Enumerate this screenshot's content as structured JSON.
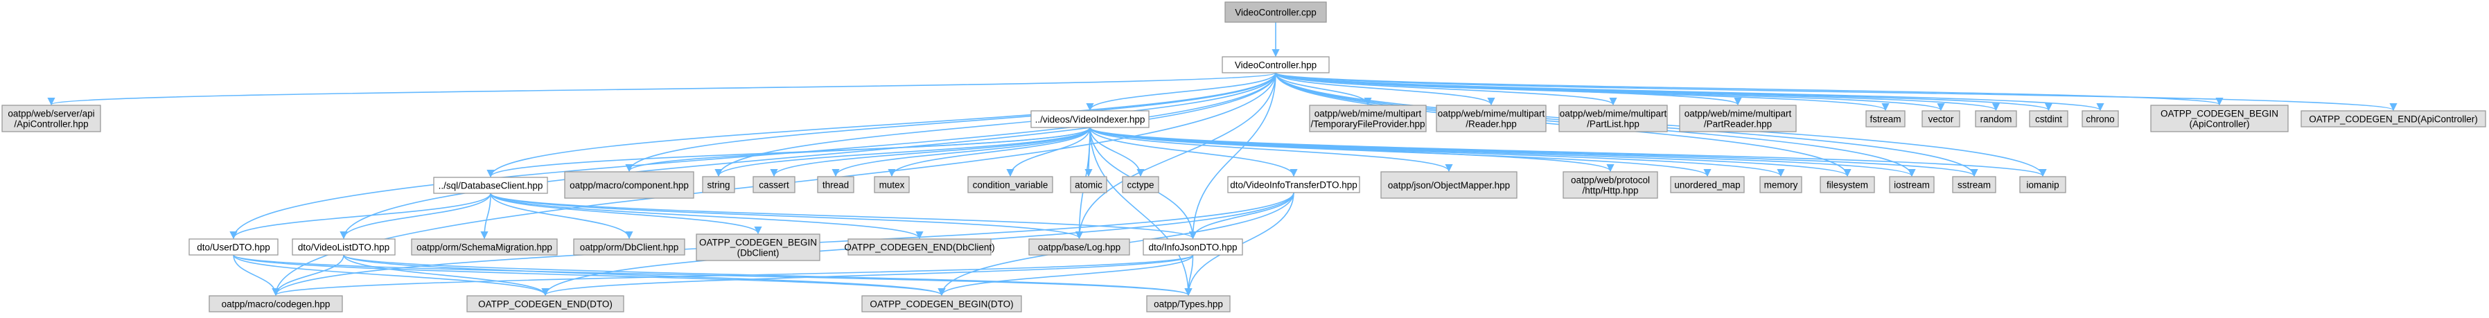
{
  "colors": {
    "root_fill": "#bfbfbf",
    "root_stroke": "#666666",
    "linked_fill": "#ffffff",
    "external_fill": "#e0e0e0",
    "node_stroke": "#999999",
    "edge": "#63b8ff",
    "background": "#ffffff"
  },
  "nodes": [
    {
      "id": "root",
      "lines": [
        "VideoController.cpp"
      ],
      "kind": "root"
    },
    {
      "id": "vch",
      "lines": [
        "VideoController.hpp"
      ],
      "kind": "linked"
    },
    {
      "id": "apicontroller",
      "lines": [
        "oatpp/web/server/api",
        "/ApiController.hpp"
      ],
      "kind": "external"
    },
    {
      "id": "vidx",
      "lines": [
        "../videos/VideoIndexer.hpp"
      ],
      "kind": "linked"
    },
    {
      "id": "tfp",
      "lines": [
        "oatpp/web/mime/multipart",
        "/TemporaryFileProvider.hpp"
      ],
      "kind": "external"
    },
    {
      "id": "reader",
      "lines": [
        "oatpp/web/mime/multipart",
        "/Reader.hpp"
      ],
      "kind": "external"
    },
    {
      "id": "partlist",
      "lines": [
        "oatpp/web/mime/multipart",
        "/PartList.hpp"
      ],
      "kind": "external"
    },
    {
      "id": "partreader",
      "lines": [
        "oatpp/web/mime/multipart",
        "/PartReader.hpp"
      ],
      "kind": "external"
    },
    {
      "id": "fstream",
      "lines": [
        "fstream"
      ],
      "kind": "external"
    },
    {
      "id": "vector",
      "lines": [
        "vector"
      ],
      "kind": "external"
    },
    {
      "id": "random",
      "lines": [
        "random"
      ],
      "kind": "external"
    },
    {
      "id": "cstdint",
      "lines": [
        "cstdint"
      ],
      "kind": "external"
    },
    {
      "id": "chrono",
      "lines": [
        "chrono"
      ],
      "kind": "external"
    },
    {
      "id": "cgbegin_api",
      "lines": [
        "OATPP_CODEGEN_BEGIN",
        "(ApiController)"
      ],
      "kind": "external"
    },
    {
      "id": "cgend_api",
      "lines": [
        "OATPP_CODEGEN_END(ApiController)"
      ],
      "kind": "external"
    },
    {
      "id": "dbclient",
      "lines": [
        "../sql/DatabaseClient.hpp"
      ],
      "kind": "linked"
    },
    {
      "id": "component",
      "lines": [
        "oatpp/macro/component.hpp"
      ],
      "kind": "external"
    },
    {
      "id": "string",
      "lines": [
        "string"
      ],
      "kind": "external"
    },
    {
      "id": "cassert",
      "lines": [
        "cassert"
      ],
      "kind": "external"
    },
    {
      "id": "thread",
      "lines": [
        "thread"
      ],
      "kind": "external"
    },
    {
      "id": "mutex",
      "lines": [
        "mutex"
      ],
      "kind": "external"
    },
    {
      "id": "condvar",
      "lines": [
        "condition_variable"
      ],
      "kind": "external"
    },
    {
      "id": "atomic",
      "lines": [
        "atomic"
      ],
      "kind": "external"
    },
    {
      "id": "cctype",
      "lines": [
        "cctype"
      ],
      "kind": "external"
    },
    {
      "id": "vidto",
      "lines": [
        "dto/VideoInfoTransferDTO.hpp"
      ],
      "kind": "linked"
    },
    {
      "id": "objmapper",
      "lines": [
        "oatpp/json/ObjectMapper.hpp"
      ],
      "kind": "external"
    },
    {
      "id": "http",
      "lines": [
        "oatpp/web/protocol",
        "/http/Http.hpp"
      ],
      "kind": "external"
    },
    {
      "id": "umap",
      "lines": [
        "unordered_map"
      ],
      "kind": "external"
    },
    {
      "id": "memory",
      "lines": [
        "memory"
      ],
      "kind": "external"
    },
    {
      "id": "filesystem",
      "lines": [
        "filesystem"
      ],
      "kind": "external"
    },
    {
      "id": "iostream",
      "lines": [
        "iostream"
      ],
      "kind": "external"
    },
    {
      "id": "sstream",
      "lines": [
        "sstream"
      ],
      "kind": "external"
    },
    {
      "id": "iomanip",
      "lines": [
        "iomanip"
      ],
      "kind": "external"
    },
    {
      "id": "userdto",
      "lines": [
        "dto/UserDTO.hpp"
      ],
      "kind": "linked"
    },
    {
      "id": "vldto",
      "lines": [
        "dto/VideoListDTO.hpp"
      ],
      "kind": "linked"
    },
    {
      "id": "schemamig",
      "lines": [
        "oatpp/orm/SchemaMigration.hpp"
      ],
      "kind": "external"
    },
    {
      "id": "ormdb",
      "lines": [
        "oatpp/orm/DbClient.hpp"
      ],
      "kind": "external"
    },
    {
      "id": "cgbegin_db",
      "lines": [
        "OATPP_CODEGEN_BEGIN",
        "(DbClient)"
      ],
      "kind": "external"
    },
    {
      "id": "cgend_db",
      "lines": [
        "OATPP_CODEGEN_END(DbClient)"
      ],
      "kind": "external"
    },
    {
      "id": "baselog",
      "lines": [
        "oatpp/base/Log.hpp"
      ],
      "kind": "external"
    },
    {
      "id": "infojson",
      "lines": [
        "dto/InfoJsonDTO.hpp"
      ],
      "kind": "linked"
    },
    {
      "id": "codegen",
      "lines": [
        "oatpp/macro/codegen.hpp"
      ],
      "kind": "external"
    },
    {
      "id": "cgend_dto",
      "lines": [
        "OATPP_CODEGEN_END(DTO)"
      ],
      "kind": "external"
    },
    {
      "id": "cgbegin_dto",
      "lines": [
        "OATPP_CODEGEN_BEGIN(DTO)"
      ],
      "kind": "external"
    },
    {
      "id": "types",
      "lines": [
        "oatpp/Types.hpp"
      ],
      "kind": "external"
    }
  ],
  "edges": [
    [
      "root",
      "vch"
    ],
    [
      "vch",
      "apicontroller"
    ],
    [
      "vch",
      "vidx"
    ],
    [
      "vch",
      "tfp"
    ],
    [
      "vch",
      "reader"
    ],
    [
      "vch",
      "partlist"
    ],
    [
      "vch",
      "partreader"
    ],
    [
      "vch",
      "fstream"
    ],
    [
      "vch",
      "vector"
    ],
    [
      "vch",
      "random"
    ],
    [
      "vch",
      "cstdint"
    ],
    [
      "vch",
      "chrono"
    ],
    [
      "vch",
      "cgbegin_api"
    ],
    [
      "vch",
      "cgend_api"
    ],
    [
      "vch",
      "dbclient"
    ],
    [
      "vch",
      "userdto"
    ],
    [
      "vch",
      "vldto"
    ],
    [
      "vch",
      "infojson"
    ],
    [
      "vch",
      "codegen"
    ],
    [
      "vch",
      "component"
    ],
    [
      "vch",
      "string"
    ],
    [
      "vch",
      "iostream"
    ],
    [
      "vch",
      "sstream"
    ],
    [
      "vch",
      "iomanip"
    ],
    [
      "vch",
      "filesystem"
    ],
    [
      "vch",
      "baselog"
    ],
    [
      "vidx",
      "dbclient"
    ],
    [
      "vidx",
      "component"
    ],
    [
      "vidx",
      "string"
    ],
    [
      "vidx",
      "cassert"
    ],
    [
      "vidx",
      "thread"
    ],
    [
      "vidx",
      "mutex"
    ],
    [
      "vidx",
      "condvar"
    ],
    [
      "vidx",
      "atomic"
    ],
    [
      "vidx",
      "cctype"
    ],
    [
      "vidx",
      "vidto"
    ],
    [
      "vidx",
      "objmapper"
    ],
    [
      "vidx",
      "http"
    ],
    [
      "vidx",
      "umap"
    ],
    [
      "vidx",
      "memory"
    ],
    [
      "vidx",
      "filesystem"
    ],
    [
      "vidx",
      "iostream"
    ],
    [
      "vidx",
      "sstream"
    ],
    [
      "vidx",
      "iomanip"
    ],
    [
      "vidx",
      "infojson"
    ],
    [
      "vidx",
      "baselog"
    ],
    [
      "vidx",
      "types"
    ],
    [
      "dbclient",
      "userdto"
    ],
    [
      "dbclient",
      "vldto"
    ],
    [
      "dbclient",
      "schemamig"
    ],
    [
      "dbclient",
      "ormdb"
    ],
    [
      "dbclient",
      "cgbegin_db"
    ],
    [
      "dbclient",
      "cgend_db"
    ],
    [
      "dbclient",
      "baselog"
    ],
    [
      "dbclient",
      "infojson"
    ],
    [
      "vidto",
      "infojson"
    ],
    [
      "vidto",
      "codegen"
    ],
    [
      "vidto",
      "cgend_dto"
    ],
    [
      "vidto",
      "cgbegin_dto"
    ],
    [
      "vidto",
      "types"
    ],
    [
      "userdto",
      "codegen"
    ],
    [
      "userdto",
      "cgend_dto"
    ],
    [
      "userdto",
      "cgbegin_dto"
    ],
    [
      "userdto",
      "types"
    ],
    [
      "vldto",
      "codegen"
    ],
    [
      "vldto",
      "cgend_dto"
    ],
    [
      "vldto",
      "cgbegin_dto"
    ],
    [
      "vldto",
      "types"
    ],
    [
      "infojson",
      "codegen"
    ],
    [
      "infojson",
      "cgend_dto"
    ],
    [
      "infojson",
      "cgbegin_dto"
    ],
    [
      "infojson",
      "types"
    ]
  ]
}
